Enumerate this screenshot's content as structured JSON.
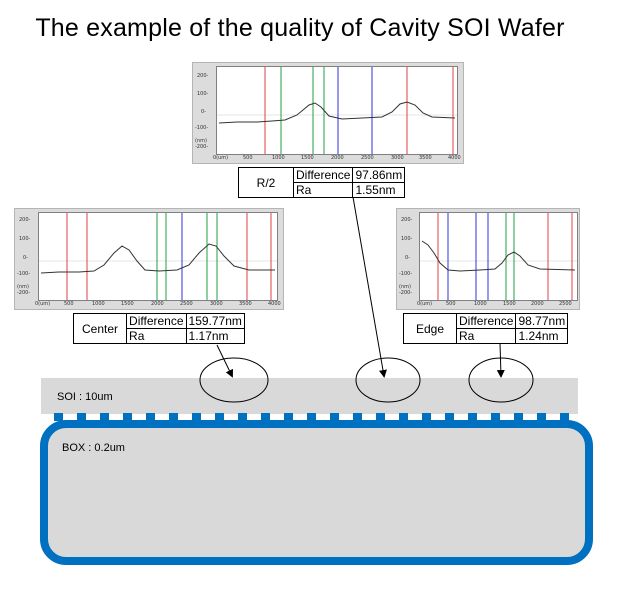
{
  "title": "The example of the quality of Cavity SOI Wafer",
  "panels": {
    "r2": {
      "y_ticks": [
        "200-",
        "100-",
        "0-",
        "-100-",
        "(nm)\n-200-"
      ],
      "x_ticks": [
        "0(um)",
        "500",
        "1000",
        "1500",
        "2000",
        "2500",
        "3000",
        "3500",
        "4000"
      ]
    },
    "center": {
      "y_ticks": [
        "200-",
        "100-",
        "0-",
        "-100-",
        "(nm)\n-200-"
      ],
      "x_ticks": [
        "0(um)",
        "500",
        "1000",
        "1500",
        "2000",
        "2500",
        "3000",
        "3500",
        "4000"
      ]
    },
    "edge": {
      "y_ticks": [
        "200-",
        "100-",
        "0-",
        "-100-",
        "(nm)\n-200-"
      ],
      "x_ticks": [
        "0(um)",
        "500",
        "1000",
        "1500",
        "2000",
        "2500"
      ]
    }
  },
  "measurements": {
    "r2": {
      "location": "R/2",
      "difference_label": "Difference",
      "difference_value": "97.86nm",
      "ra_label": "Ra",
      "ra_value": "1.55nm"
    },
    "center": {
      "location": "Center",
      "difference_label": "Difference",
      "difference_value": "159.77nm",
      "ra_label": "Ra",
      "ra_value": "1.17nm"
    },
    "edge": {
      "location": "Edge",
      "difference_label": "Difference",
      "difference_value": "98.77nm",
      "ra_label": "Ra",
      "ra_value": "1.24nm"
    }
  },
  "layers": {
    "soi_label": "SOI : 10um",
    "box_label": "BOX : 0.2um"
  },
  "colors": {
    "box_border": "#0070c0",
    "layer_fill": "#d9d9d9",
    "cursor_red": "#e04040",
    "cursor_green": "#20a040",
    "cursor_blue": "#3030e0"
  }
}
